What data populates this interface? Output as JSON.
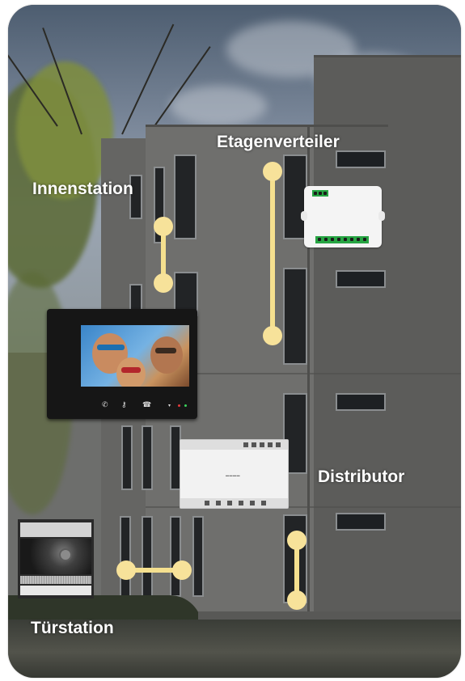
{
  "labels": {
    "floor_distributor": "Etagenverteiler",
    "indoor_station": "Innenstation",
    "distributor": "Distributor",
    "door_station": "Türstation"
  },
  "colors": {
    "connector": "#f5e08f",
    "label_text": "#ffffff"
  },
  "icons": {
    "monitor_buttons": [
      "phone-icon",
      "unlock-icon",
      "call-icon",
      "menu-icon"
    ]
  }
}
